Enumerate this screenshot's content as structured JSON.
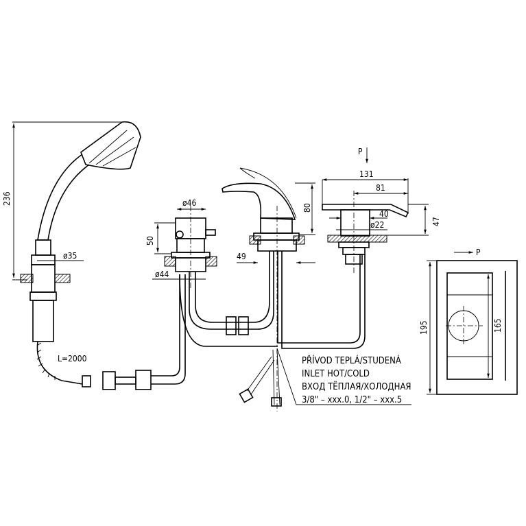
{
  "handshower": {
    "height_dim": "236",
    "diameter_dim": "ø35",
    "hose_length": "L=2000"
  },
  "diverter": {
    "diameter_top": "ø46",
    "height_dim": "50",
    "diameter_base": "ø44"
  },
  "mixer": {
    "height_dim": "80",
    "base_dim": "49"
  },
  "spout": {
    "flow_label": "P",
    "length_total": "131",
    "length_partial": "81",
    "dim_40": "40",
    "diameter_dim": "ø22",
    "height_dim": "47"
  },
  "top_view": {
    "flow_label": "P",
    "outer_dim": "195",
    "inner_dim": "165"
  },
  "inlet_note": {
    "line1": "PŘÍVOD TEPLÁ/STUDENÁ",
    "line2": "INLET HOT/COLD",
    "line3": "ВХОД ТЁПЛАЯ/ХОЛОДНАЯ",
    "line4": "3/8\" – xxx.0, 1/2\" – xxx.5"
  }
}
